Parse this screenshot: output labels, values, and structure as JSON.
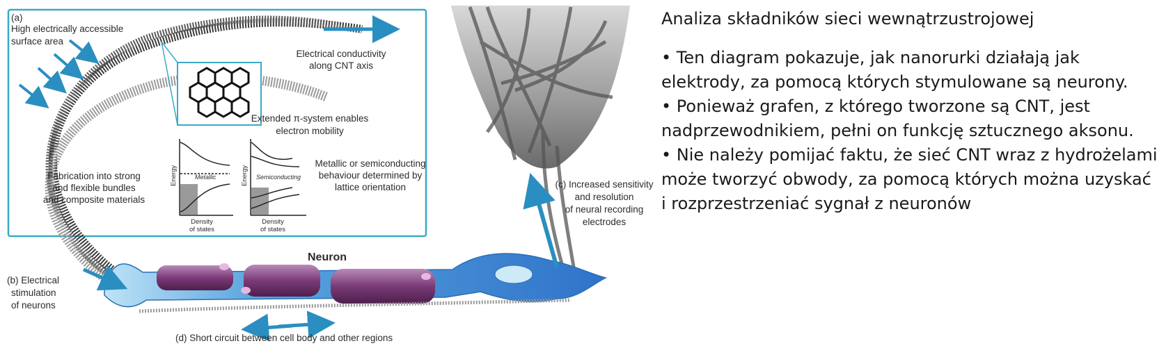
{
  "diagram": {
    "label_a": "(a)",
    "surface_line1": "High electrically accessible",
    "surface_line2": "surface area",
    "conductivity_line1": "Electrical conductivity",
    "conductivity_line2": "along CNT axis",
    "pi_line1": "Extended π-system enables",
    "pi_line2": "electron mobility",
    "fabrication_line1": "Fabrication into strong",
    "fabrication_line2": "and flexible bundles",
    "fabrication_line3": "and composite materials",
    "metallic_line1": "Metallic or semiconducting",
    "metallic_line2": "behaviour determined by",
    "metallic_line3": "lattice orientation",
    "energy_label": "Energy",
    "metallic_tag": "Metallic",
    "semiconducting_tag": "Semiconducting",
    "dos_line1": "Density",
    "dos_line2": "of states",
    "neuron_title": "Neuron",
    "b_line1": "(b) Electrical",
    "b_line2": "stimulation",
    "b_line3": "of neurons",
    "c_line1": "(c) Increased sensitivity",
    "c_line2": "and resolution",
    "c_line3": "of neural recording",
    "c_line4": "electrodes",
    "d_label": "(d) Short circuit between cell body and other regions"
  },
  "panel": {
    "title": "Analiza składników sieci wewnątrzustrojowej",
    "bullets": [
      "• Ten diagram pokazuje, jak nanorurki działają jak elektrody, za pomocą których stymulowane są neurony.",
      "• Ponieważ grafen, z którego tworzone są CNT, jest nadprzewodnikiem, pełni on funkcję sztucznego aksonu.",
      "• Nie należy pomijać faktu, że sieć CNT wraz z hydrożelami może tworzyć obwody, za pomocą których można uzyskać i rozprzestrzeniać sygnał z neuronów"
    ]
  },
  "colors": {
    "accent_blue": "#2a8fc0",
    "box_border": "#3aa9c9",
    "neuron_blue": "#2f7fd0",
    "myelin_purple": "#7a3b78"
  }
}
